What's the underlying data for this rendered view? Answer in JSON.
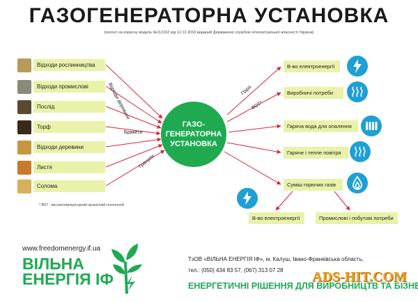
{
  "title": "ГАЗОГЕНЕРАТОРНА УСТАНОВКА",
  "patent": "(патент на корисну модель №112162 від 12.12.2016 виданий Державною службою інтелектуальної власності України)",
  "center": {
    "line1": "ГАЗО-",
    "line2": "ГЕНЕРАТОРНА",
    "line3": "УСТАНОВКА"
  },
  "inputs": [
    {
      "label": "Відходи рослинництва",
      "color": "#b89a5a"
    },
    {
      "label": "Відходи промислові",
      "color": "#8a8a7a"
    },
    {
      "label": "Послід",
      "color": "#5a4a30"
    },
    {
      "label": "Торф",
      "color": "#3a2a1a"
    },
    {
      "label": "Відходи деревини",
      "color": "#c8963c"
    },
    {
      "label": "Листя",
      "color": "#c87a2a"
    },
    {
      "label": "Солома",
      "color": "#d8b05a"
    }
  ],
  "arrow_labels": {
    "wood_waste": "Відходи деревини",
    "briquettes": "Брикети",
    "granules": "Гранули",
    "steam": "Пара",
    "vot": "ВОТ*"
  },
  "outputs": [
    {
      "label": "В-во електроенергії"
    },
    {
      "label": "Виробничі потреби"
    },
    {
      "label": "Гаряча вода для опалення"
    },
    {
      "label": "Гаряче і тепле повітря"
    },
    {
      "label": "Суміш горючих газів"
    }
  ],
  "sub_outputs": [
    {
      "label": "В-во електроенергії"
    },
    {
      "label": "Промислові і побутові потреби"
    }
  ],
  "footnote": "* ВОТ - високотемпературний органічний теплоносій",
  "footer": {
    "url": "www.freedomenergy.if.ua",
    "brand_line1": "ВІЛЬНА",
    "brand_line2": "ЕНЕРГІЯ ІФ",
    "company": "ТзОВ «ВІЛЬНА ЕНЕРГІЯ ІФ», м. Калуш, Івано-Франківська область,",
    "phones": "тел.: (050) 434 83 57, (067) 313 07 28",
    "slogan": "ЕНЕРГЕТИЧНІ РІШЕННЯ ДЛЯ ВИРОБНИЦТВ ТА БІЗНЕСУ"
  },
  "watermark": "ADS-HIT.COM",
  "colors": {
    "green": "#1faa52",
    "blue": "#1e9fd6",
    "arrow_red": "#d8263a",
    "box_fill": "#e9f2a8"
  }
}
